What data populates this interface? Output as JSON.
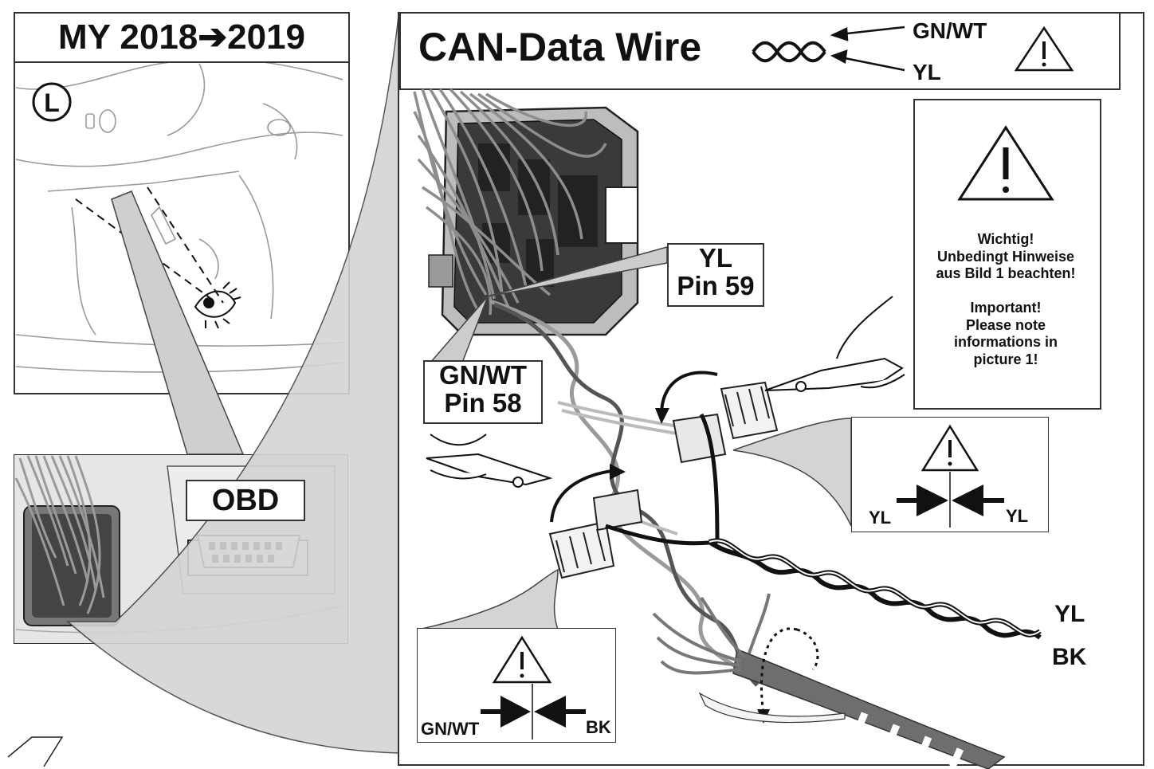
{
  "left_panel": {
    "year_label": "MY 2018➔2019",
    "side_label": "L",
    "obd_label": "OBD"
  },
  "right_panel": {
    "title": "CAN-Data Wire",
    "legend": {
      "wire1": "GN/WT",
      "wire2": "YL"
    },
    "pin_yl": {
      "color": "YL",
      "pin": "Pin 59"
    },
    "pin_gn": {
      "color": "GN/WT",
      "pin": "Pin 58"
    },
    "warning": {
      "de_line1": "Wichtig!",
      "de_line2": "Unbedingt Hinweise",
      "de_line3": "aus Bild 1 beachten!",
      "en_line1": "Important!",
      "en_line2": "Please note",
      "en_line3": "informations in",
      "en_line4": "picture 1!"
    },
    "splice_upper": {
      "left": "YL",
      "right": "YL"
    },
    "splice_lower": {
      "left": "GN/WT",
      "right": "BK"
    },
    "output_wires": {
      "wire1": "YL",
      "wire2": "BK"
    }
  },
  "colors": {
    "line": "#222222",
    "wire_grey": "#8a8a8a",
    "fill_grey": "#d0d0d0"
  }
}
